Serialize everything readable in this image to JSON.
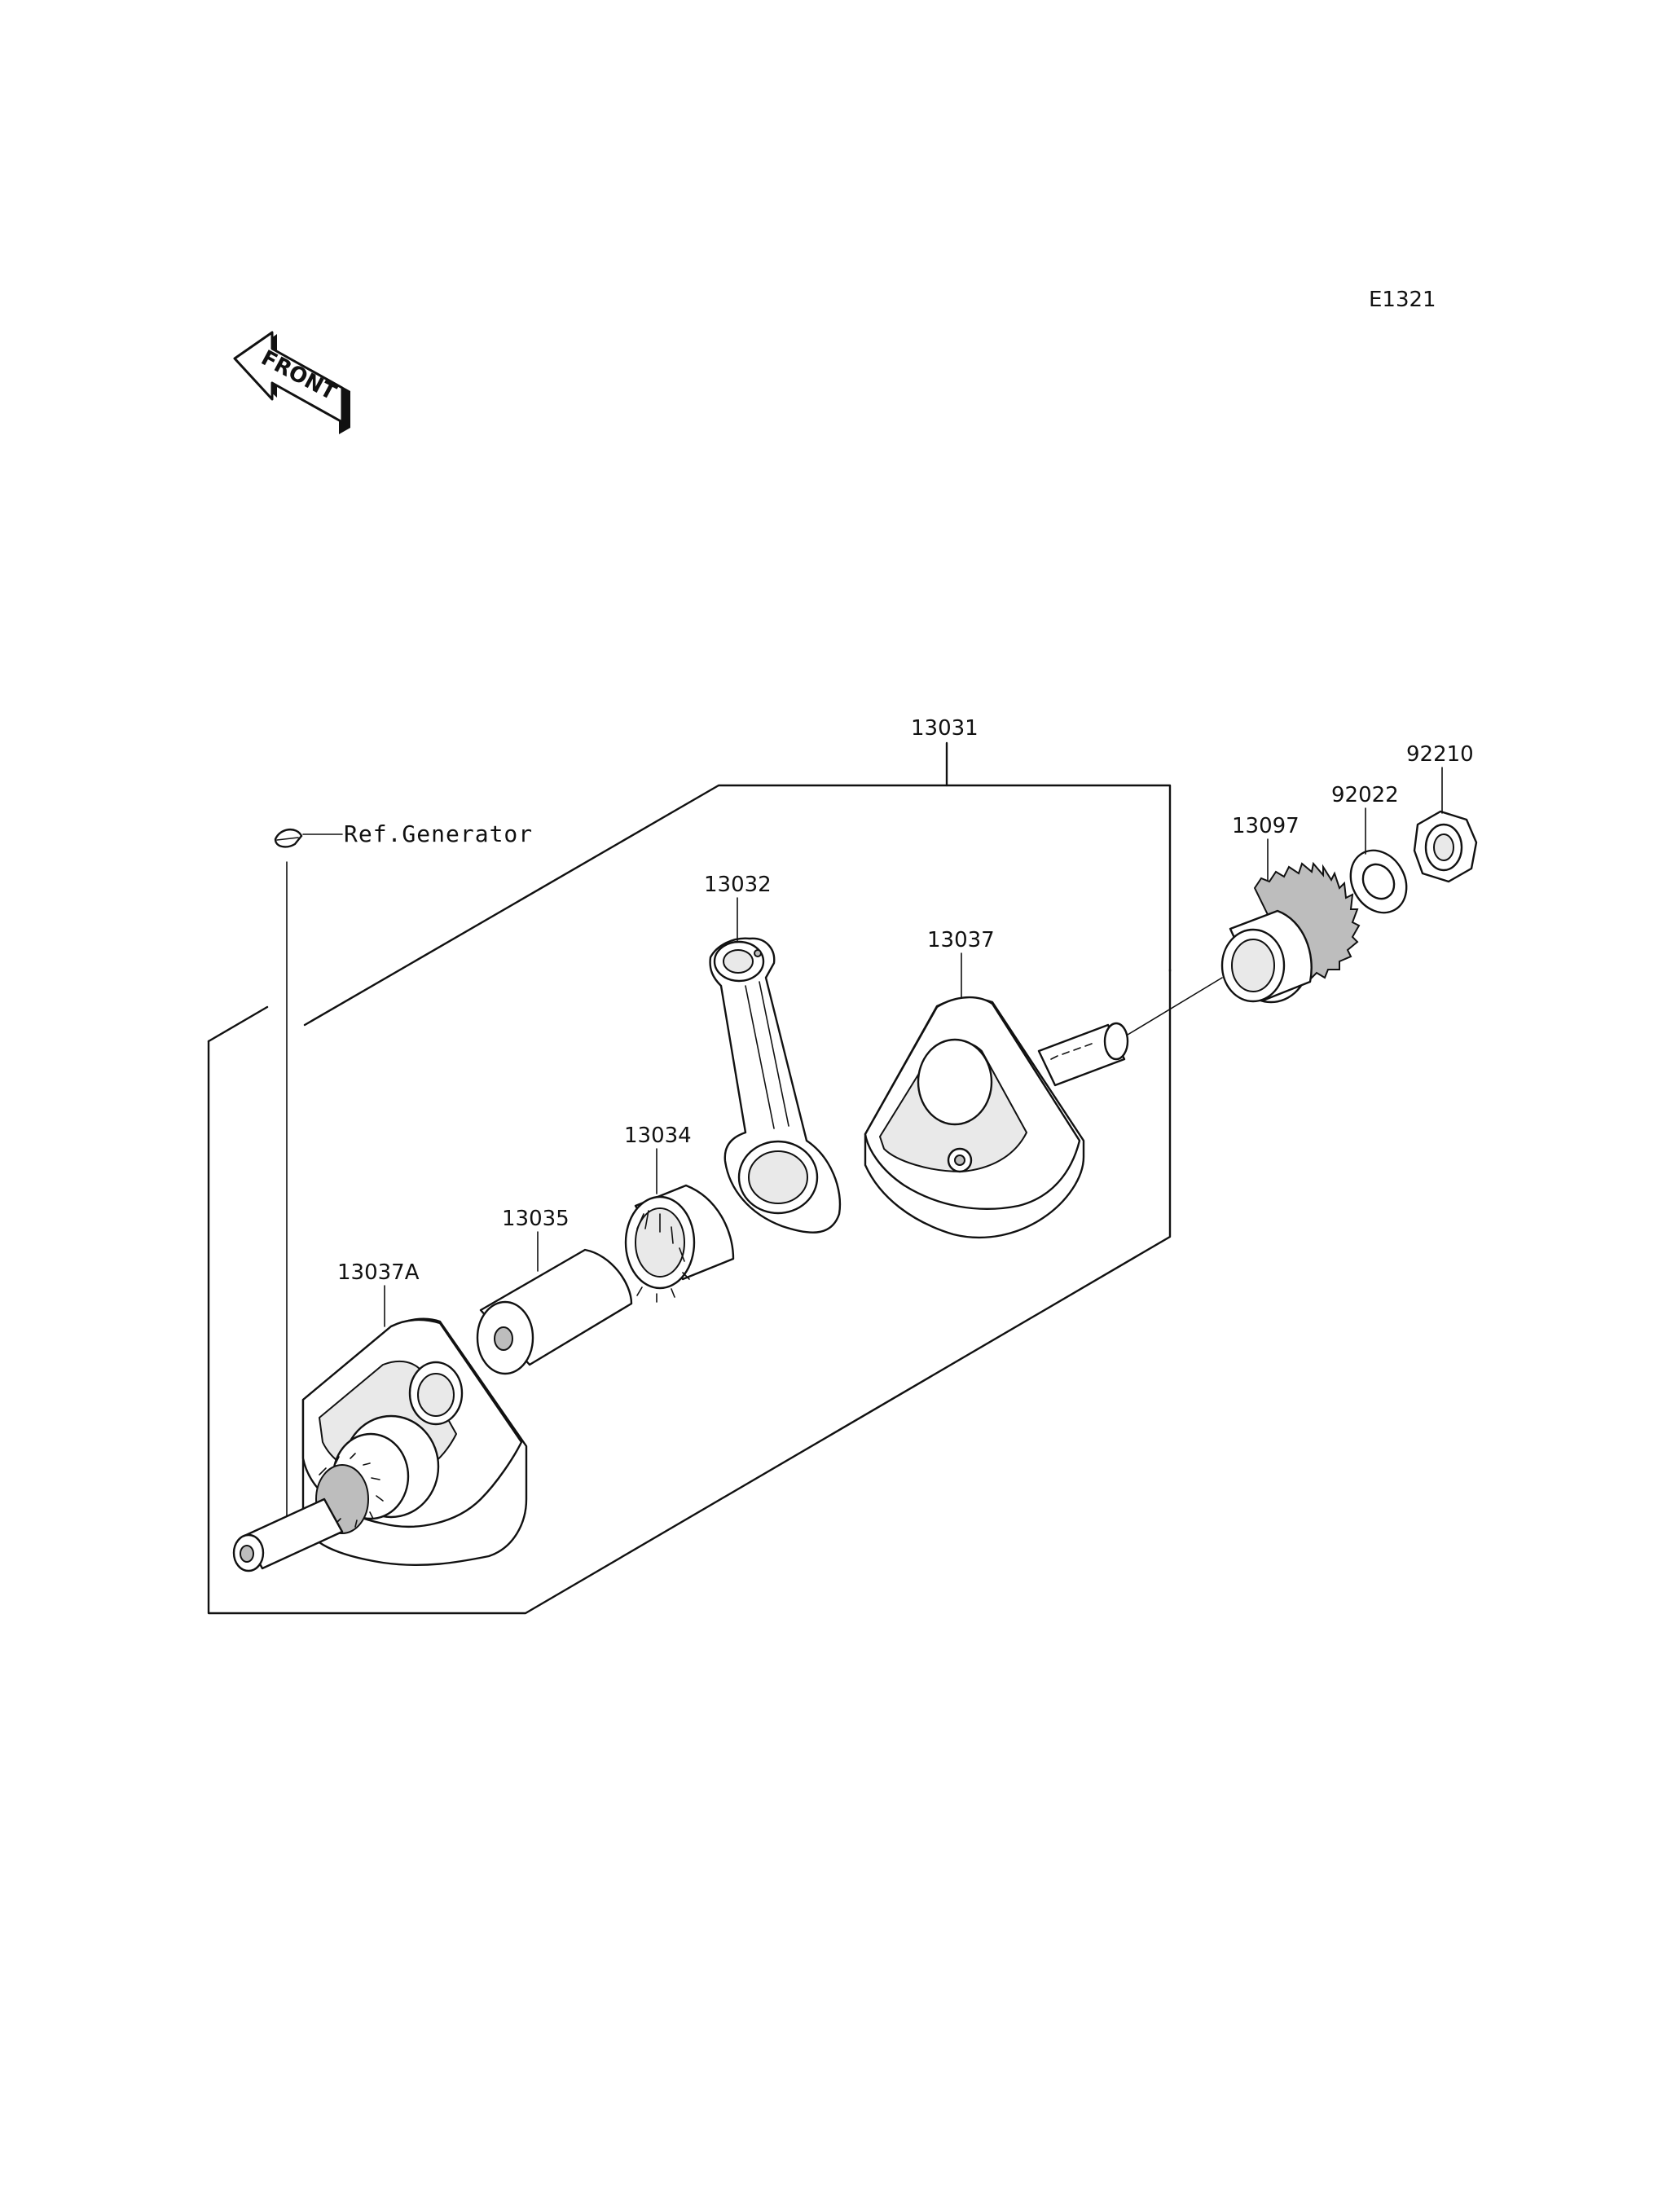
{
  "diagram_code": "E1321",
  "front_label": "FRONT",
  "reference_label": "Ref.Generator",
  "parts": {
    "p13031": "13031",
    "p13032": "13032",
    "p13034": "13034",
    "p13035": "13035",
    "p13037": "13037",
    "p13037A": "13037A",
    "p13097": "13097",
    "p92022": "92022",
    "p92210": "92210"
  }
}
